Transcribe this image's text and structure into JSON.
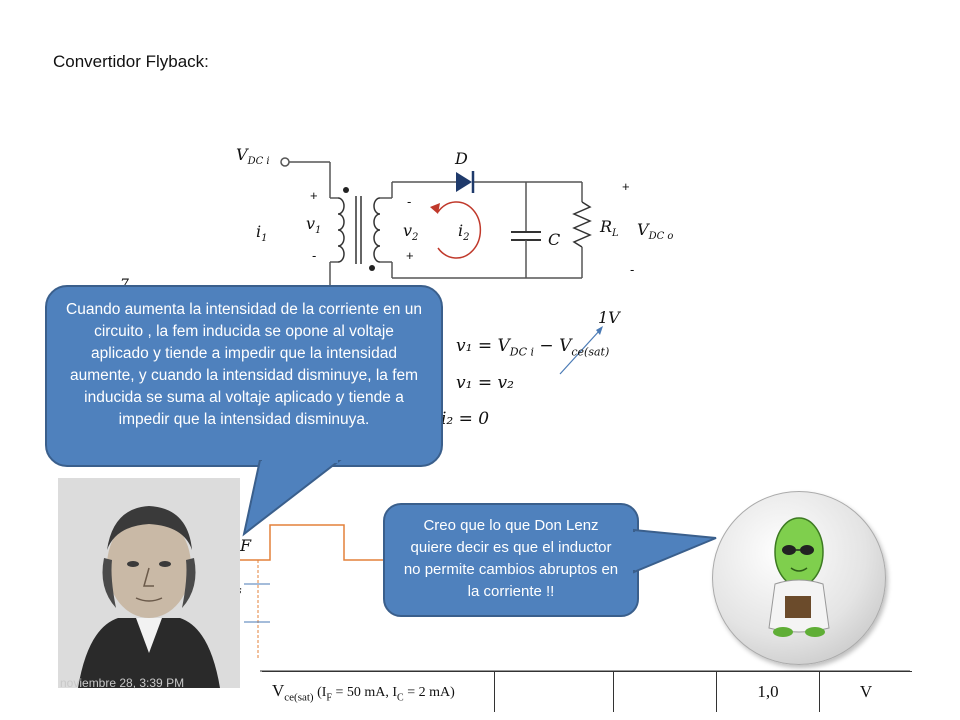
{
  "slide": {
    "title": "Convertidor Flyback:",
    "footer_date": "noviembre 28, 3:39 PM"
  },
  "circuit": {
    "vdc_in": "V",
    "vdc_in_sub": "DC i",
    "diode": "D",
    "capacitor": "C",
    "load": "R",
    "load_sub": "L",
    "vdc_out": "V",
    "vdc_out_sub": "DC o",
    "i1": "i",
    "i1_sub": "1",
    "v1": "v",
    "v1_sub": "1",
    "v2": "v",
    "v2_sub": "2",
    "i2": "i",
    "i2_sub": "2",
    "plus": "+",
    "minus": "-",
    "partial_left": "7",
    "colors": {
      "wire": "#555555",
      "diode": "#1f3a6b",
      "loop_arrow": "#c0392b"
    }
  },
  "equations": {
    "eq1": "v₁ = V",
    "eq1_sub1": "DC i",
    "eq1_mid": " − V",
    "eq1_sub2": "ce(sat)",
    "eq2": "v₁ = v₂",
    "eq3": "i₂ = 0",
    "note": "1V"
  },
  "callouts": {
    "lenz": "Cuando aumenta la intensidad de la corriente en un circuito , la fem inducida se opone al voltaje aplicado  y tiende a impedir que la intensidad aumente, y cuando la intensidad disminuye, la fem inducida se suma al voltaje aplicado y tiende a impedir que la intensidad disminuya.",
    "student": "Creo que lo que Don Lenz quiere decir es que el inductor no permite cambios abruptos en la corriente !!",
    "color": "#4f81bd"
  },
  "waveform": {
    "label": "F",
    "subscript_fragment": "s",
    "color": "#e3803a"
  },
  "spec_table": {
    "param": "V",
    "param_sub": "ce(sat)",
    "condition": " (I",
    "cond_f": "F",
    "cond_mid": " = 50 mA, I",
    "cond_c": "C",
    "cond_end": " = 2 mA)",
    "value": "1,0",
    "unit": "V"
  }
}
